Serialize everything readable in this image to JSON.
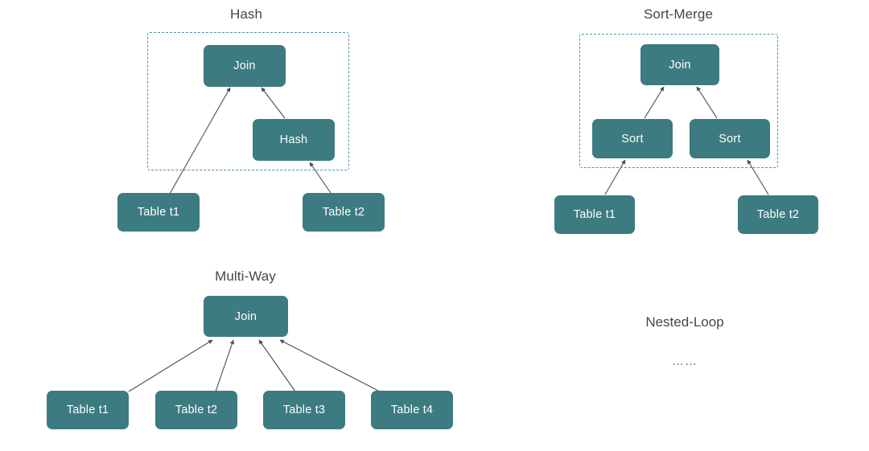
{
  "diagram": {
    "title_color": "#464646",
    "node_fill": "#3c7b80",
    "node_text_color": "#ffffff",
    "dashed_border_color": "#4e93a8",
    "edge_color": "#4d4d4d",
    "background": "#ffffff"
  },
  "panels": {
    "hash": {
      "title": "Hash",
      "nodes": {
        "join": "Join",
        "hash": "Hash",
        "table_t1": "Table t1",
        "table_t2": "Table t2"
      }
    },
    "sort_merge": {
      "title": "Sort-Merge",
      "nodes": {
        "join": "Join",
        "sort_left": "Sort",
        "sort_right": "Sort",
        "table_t1": "Table t1",
        "table_t2": "Table t2"
      }
    },
    "multi_way": {
      "title": "Multi-Way",
      "nodes": {
        "join": "Join",
        "table_t1": "Table t1",
        "table_t2": "Table t2",
        "table_t3": "Table t3",
        "table_t4": "Table t4"
      }
    },
    "nested_loop": {
      "title": "Nested-Loop",
      "ellipsis": "……"
    }
  }
}
